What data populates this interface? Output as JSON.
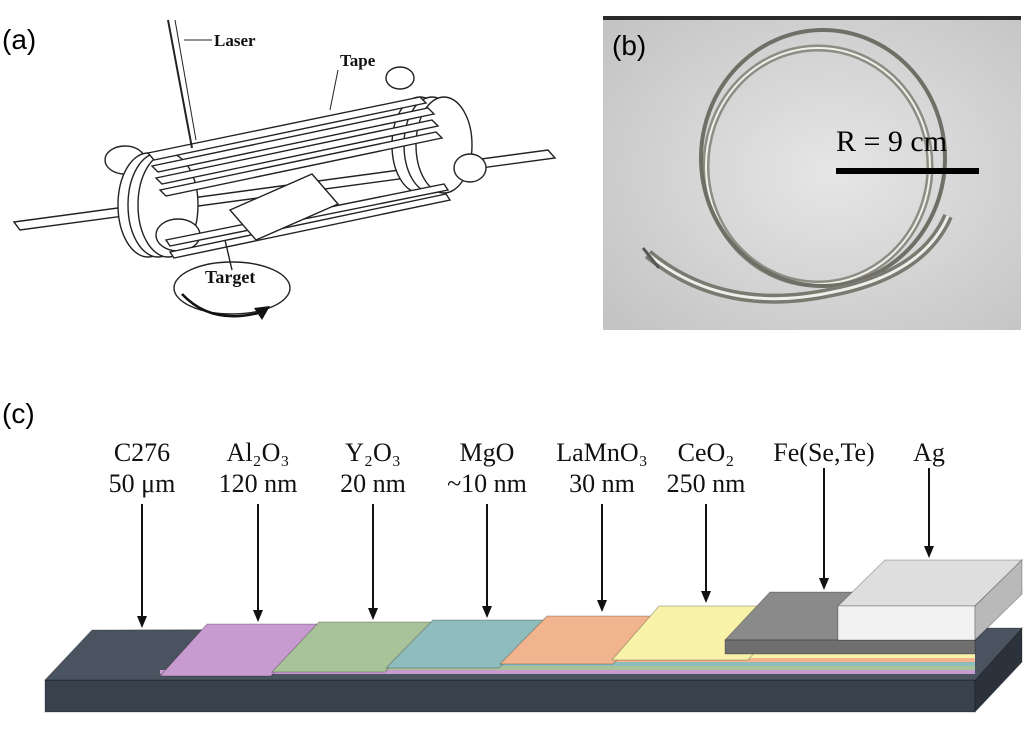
{
  "panels": {
    "a": "(a)",
    "b": "(b)",
    "c": "(c)"
  },
  "diagram_a": {
    "laser_label": "Laser",
    "tape_label": "Tape",
    "target_label": "Target"
  },
  "photo_b": {
    "scale_label": "R = 9 cm"
  },
  "layers": [
    {
      "material": "C276",
      "thickness": "50 μm",
      "color": "#4a5360"
    },
    {
      "material": "Al₂O₃",
      "thickness": "120 nm",
      "color": "#c79ad0"
    },
    {
      "material": "Y₂O₃",
      "thickness": "20 nm",
      "color": "#a8c39a"
    },
    {
      "material": "MgO",
      "thickness": "~10 nm",
      "color": "#8fbcbd"
    },
    {
      "material": "LaMnO₃",
      "thickness": "30 nm",
      "color": "#f1b48e"
    },
    {
      "material": "CeO₂",
      "thickness": "250 nm",
      "color": "#f8f3a8"
    },
    {
      "material": "Fe(Se,Te)",
      "thickness": "",
      "color": "#8a8a8a"
    },
    {
      "material": "Ag",
      "thickness": "",
      "color": "#dedede"
    }
  ]
}
